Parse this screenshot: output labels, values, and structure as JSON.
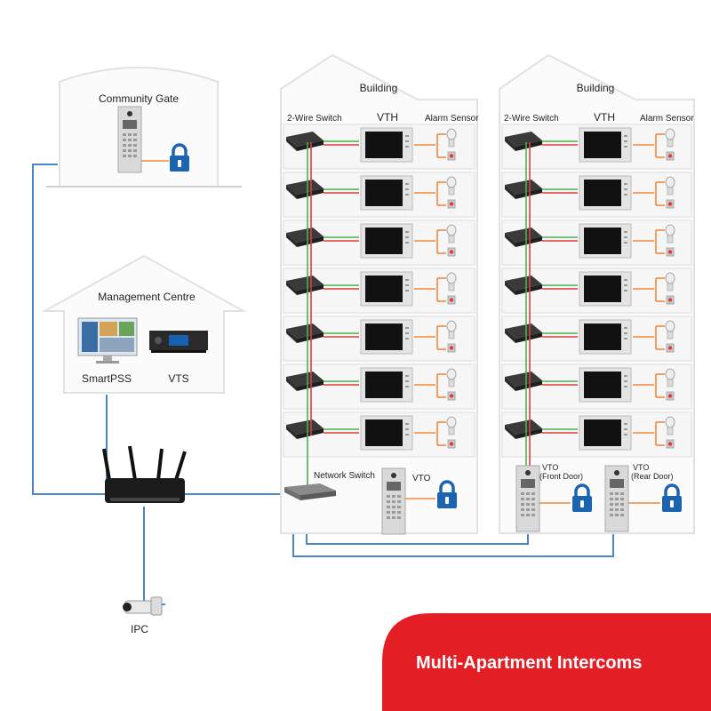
{
  "community_gate": {
    "label": "Community Gate"
  },
  "management": {
    "label": "Management Centre",
    "smartpss_label": "SmartPSS",
    "vts_label": "VTS"
  },
  "ipc": {
    "label": "IPC"
  },
  "buildings": [
    {
      "title": "Building",
      "col_switch": "2-Wire Switch",
      "col_vth": "VTH",
      "col_alarm": "Alarm Sensor",
      "network_switch_label": "Network Switch",
      "vto_label": "VTO",
      "floors": 7
    },
    {
      "title": "Building",
      "col_switch": "2-Wire Switch",
      "col_vth": "VTH",
      "col_alarm": "Alarm Sensor",
      "vto_front": [
        "VTO",
        "(Front Door)"
      ],
      "vto_rear": [
        "VTO",
        "(Rear Door)"
      ],
      "floors": 7
    }
  ],
  "banner": {
    "text": "Multi-Apartment Intercoms",
    "color": "#e31e24"
  },
  "colors": {
    "network": "#4a86c8",
    "wire_orange": "#f08a3c",
    "wire_green": "#49b24b",
    "wire_red": "#e23b3b",
    "lock_blue": "#1d64b0"
  }
}
